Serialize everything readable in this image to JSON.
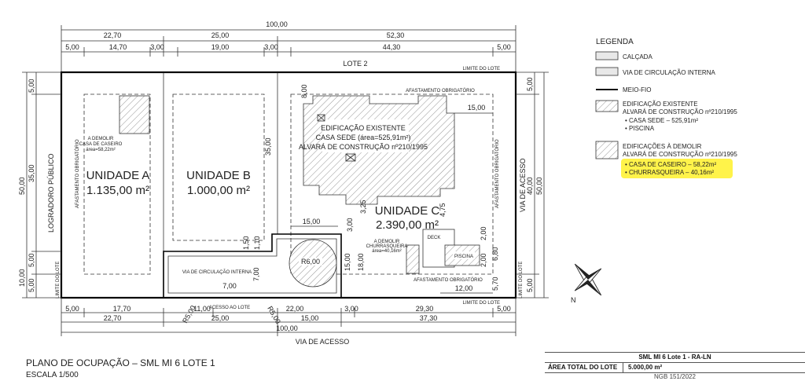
{
  "plan": {
    "title": "PLANO DE OCUPAÇÃO – SML MI 6 LOTE 1",
    "scale": "ESCALA 1/500",
    "lot_neighbor": "LOTE 2",
    "access_road_bottom": "VIA DE ACESSO",
    "access_road_right": "VIA DE ACESSO",
    "public_road": "LOGRADORO PÚBLICO",
    "lot_limit": "LIMITE DO LOTE",
    "setback": "AFASTAMENTO OBRIGATÓRIO",
    "setback_short": "AFASTAMENTO OBRIGATÓRIO",
    "units": [
      {
        "name": "UNIDADE A",
        "area": "1.135,00 m²"
      },
      {
        "name": "UNIDADE B",
        "area": "1.000,00 m²"
      },
      {
        "name": "UNIDADE C",
        "area": "2.390,00 m²"
      }
    ],
    "existing_building": {
      "line1": "EDIFICAÇÃO EXISTENTE",
      "line2": "CASA SEDE (área=525,91m²)",
      "line3": "ALVARÁ DE CONSTRUÇÃO nº210/1995"
    },
    "demolish_a": {
      "line1": "A DEMOLIR",
      "line2": "CASA DE CASEIRO",
      "line3": "área=58,22m²"
    },
    "demolish_c": {
      "line1": "A DEMOLIR",
      "line2": "CHURRASQUEIRA",
      "line3": "área=40,16m²"
    },
    "deck": "DECK",
    "pool": "PISCINA",
    "internal_road": "VIA DE CIRCULAÇÃO INTERNA",
    "access_to_lot": "ACESSO AO LOTE",
    "radius_center": "R6,00",
    "radius_left": "R5,00",
    "radius_right": "R5,00",
    "dims": {
      "top_total": "100,00",
      "top_a": "22,70",
      "top_b": "25,00",
      "top_c": "52,30",
      "top_1": "5,00",
      "top_2": "14,70",
      "top_3": "3,00",
      "top_4": "19,00",
      "top_5": "3,00",
      "top_6": "44,30",
      "top_7": "5,00",
      "bot_1": "5,00",
      "bot_2": "17,70",
      "bot_3": "11,00",
      "bot_4": "22,00",
      "bot_5": "3,00",
      "bot_6": "29,30",
      "bot_7": "5,00",
      "bot_a": "22,70",
      "bot_b": "25,00",
      "bot_c": "15,00",
      "bot_d": "37,30",
      "bot_total": "100,00",
      "left_total": "50,00",
      "left_35": "35,00",
      "left_5a": "5,00",
      "left_10": "10,00",
      "left_5b": "5,00",
      "left_5c": "5,00",
      "right_total": "50,00",
      "right_40": "40,00",
      "right_5a": "5,00",
      "right_5b": "5,00",
      "in_15a": "15,00",
      "in_15b": "15,00",
      "in_12": "12,00",
      "in_7": "7,00",
      "in_35": "35,00",
      "in_8": "8,00",
      "in_325": "3,25",
      "in_475": "4,75",
      "in_2a": "2,00",
      "in_2b": "2,00",
      "in_680": "6,80",
      "in_570": "5,70",
      "in_18": "18,00",
      "in_15v": "15,00",
      "in_3": "3,00",
      "in_7v": "7,00",
      "in_150": "1,50",
      "in_110": "1,10"
    }
  },
  "legend": {
    "title": "LEGENDA",
    "items": [
      {
        "label": "CALÇADA"
      },
      {
        "label": "VIA DE CIRCULAÇÃO INTERNA"
      },
      {
        "label": "MEIO-FIO"
      },
      {
        "label": "EDIFICAÇÃO EXISTENTE",
        "sub1": "ALVARÁ DE CONSTRUÇÃO nº210/1995",
        "sub2": "• CASA SEDE – 525,91m²",
        "sub3": "• PISCINA"
      },
      {
        "label": "EDIFICAÇÕES À DEMOLIR",
        "sub1": "ALVARÁ DE CONSTRUÇÃO nº210/1995",
        "sub2": "• CASA DE CASEIRO – 58,22m²",
        "sub3": "• CHURRASQUEIRA – 40,16m²"
      }
    ],
    "highlight_color": "#fff34a"
  },
  "title_block": {
    "header": "SML MI 6 Lote 1 - RA-LN",
    "area_label": "ÁREA TOTAL DO LOTE",
    "area_value": "5.000,00 m²",
    "footer": "NGB 151/2022"
  },
  "compass": {
    "north_label": "N"
  }
}
